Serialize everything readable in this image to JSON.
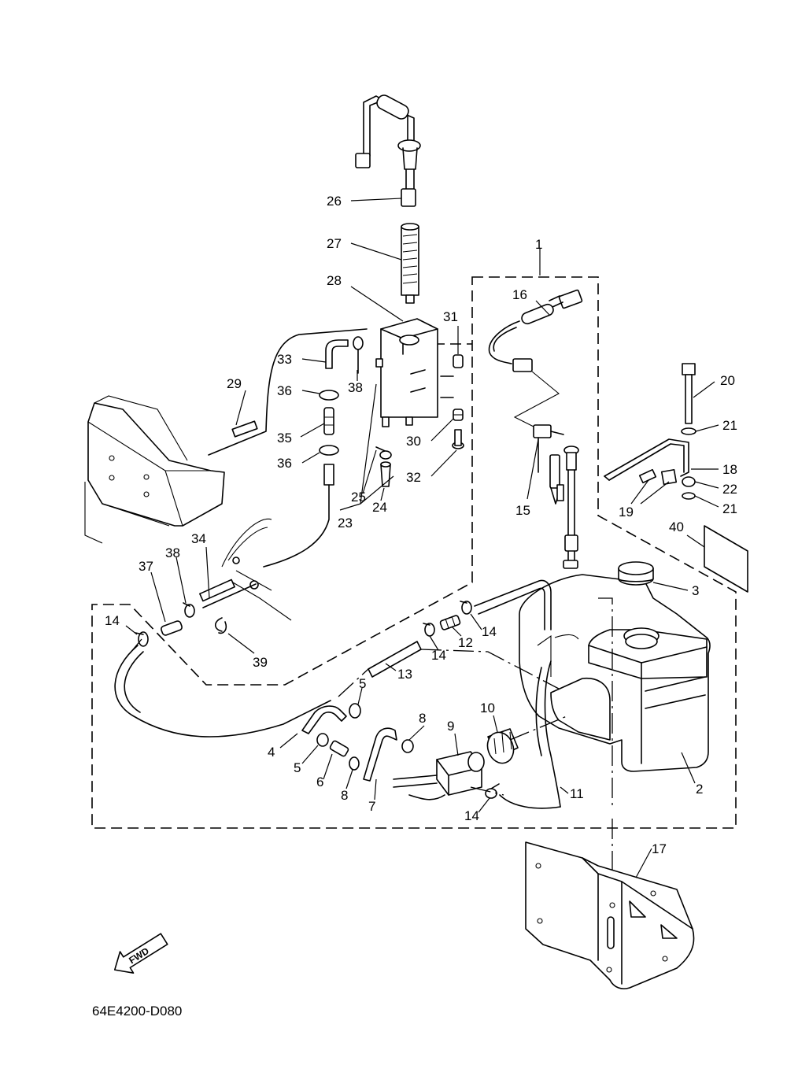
{
  "diagram_code": "64E4200-D080",
  "fwd_label": "FWD",
  "callouts": [
    "1",
    "2",
    "3",
    "4",
    "5",
    "5",
    "6",
    "7",
    "8",
    "8",
    "9",
    "10",
    "11",
    "12",
    "13",
    "14",
    "14",
    "14",
    "14",
    "15",
    "16",
    "17",
    "18",
    "19",
    "20",
    "21",
    "21",
    "22",
    "23",
    "24",
    "25",
    "26",
    "27",
    "28",
    "29",
    "30",
    "31",
    "32",
    "33",
    "34",
    "35",
    "36",
    "36",
    "37",
    "38",
    "38",
    "39",
    "40"
  ]
}
